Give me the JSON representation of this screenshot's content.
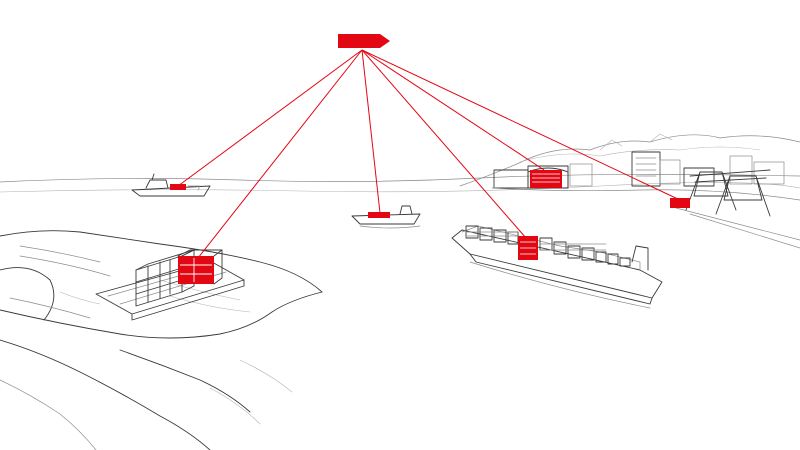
{
  "scene": {
    "accent_color": "#e30613",
    "line_color": "#3a3a3a",
    "background": "#ffffff",
    "hub_icon": "tag-pointer-icon",
    "connections": [
      {
        "name": "left-ship-tracker-link"
      },
      {
        "name": "container-stack-link"
      },
      {
        "name": "center-ship-tracker-link"
      },
      {
        "name": "cargo-ship-tracker-link"
      },
      {
        "name": "warehouse-tracker-link"
      },
      {
        "name": "crane-tracker-link"
      }
    ]
  }
}
